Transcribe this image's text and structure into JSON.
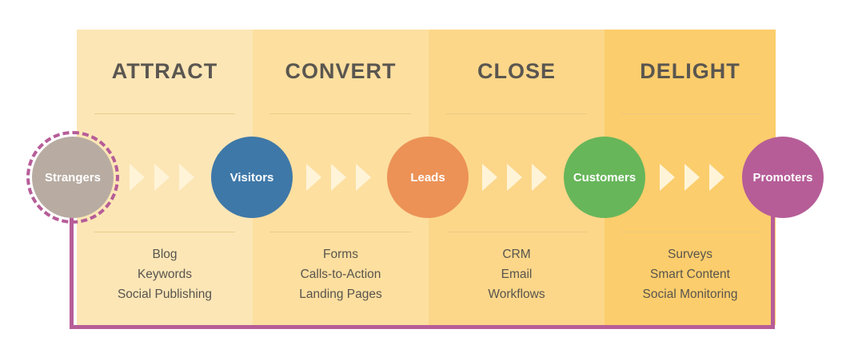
{
  "stages": [
    {
      "title": "ATTRACT",
      "tactics": [
        "Blog",
        "Keywords",
        "Social Publishing"
      ]
    },
    {
      "title": "CONVERT",
      "tactics": [
        "Forms",
        "Calls-to-Action",
        "Landing Pages"
      ]
    },
    {
      "title": "CLOSE",
      "tactics": [
        "CRM",
        "Email",
        "Workflows"
      ]
    },
    {
      "title": "DELIGHT",
      "tactics": [
        "Surveys",
        "Smart Content",
        "Social Monitoring"
      ]
    }
  ],
  "nodes": [
    {
      "label": "Strangers",
      "color": "#b8aca2",
      "ring_color": "#b65d98"
    },
    {
      "label": "Visitors",
      "color": "#3e78a8"
    },
    {
      "label": "Leads",
      "color": "#ec9257"
    },
    {
      "label": "Customers",
      "color": "#67b65a"
    },
    {
      "label": "Promoters",
      "color": "#b65d98"
    }
  ],
  "loop_color": "#b65d98",
  "column_colors": [
    "#fce6b6",
    "#fddf9f",
    "#fcd78a",
    "#fccd6c"
  ]
}
